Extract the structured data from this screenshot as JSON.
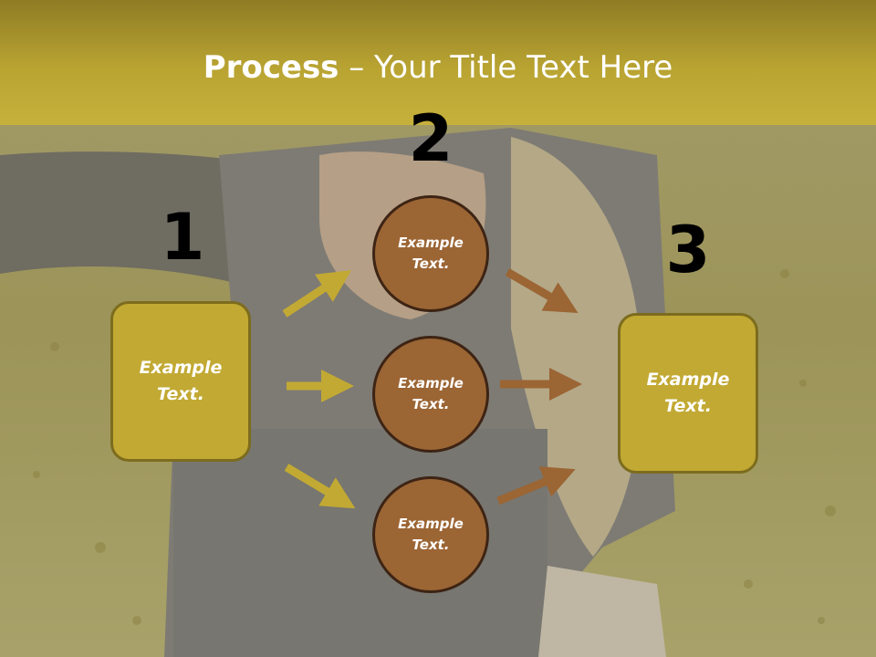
{
  "slide": {
    "title_bold": "Process",
    "title_rest": " – Your Title Text Here",
    "colors": {
      "title_band": "#c7b13c",
      "box_fill": "#c2a933",
      "box_border": "#7d6c1e",
      "circle_fill": "#9b6534",
      "circle_border": "#3d2414",
      "left_arrows": "#c2a933",
      "right_arrows": "#9b6534"
    },
    "step_numbers": [
      "1",
      "2",
      "3"
    ],
    "left_box": {
      "text": "Example\nText."
    },
    "right_box": {
      "text": "Example\nText."
    },
    "circles": [
      {
        "text": "Example\nText."
      },
      {
        "text": "Example\nText."
      },
      {
        "text": "Example\nText."
      }
    ]
  }
}
